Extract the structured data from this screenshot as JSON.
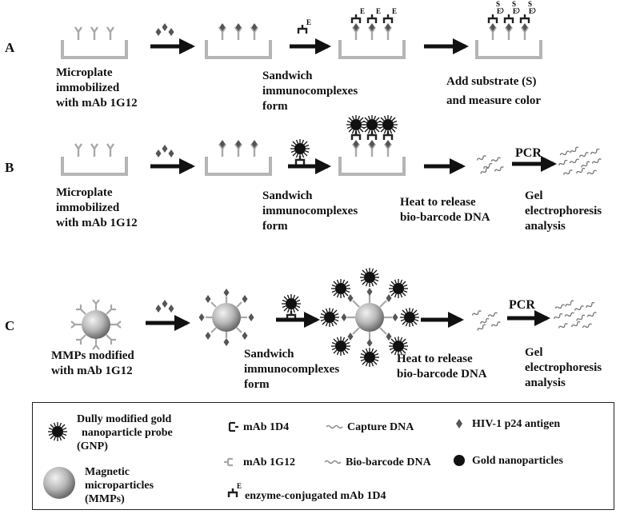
{
  "rows": {
    "A": {
      "letter": "A",
      "label1": [
        "Microplate",
        "immobilized",
        "with mAb 1G12"
      ],
      "label2": [
        "Sandwich",
        "immunocomplexes",
        "form"
      ],
      "label3": [
        "Add substrate (S)",
        "and  measure color"
      ],
      "substrate": "S",
      "enzyme": "E"
    },
    "B": {
      "letter": "B",
      "label1": [
        "Microplate",
        "immobilized",
        "with mAb 1G12"
      ],
      "label2": [
        "Sandwich",
        "immunocomplexes",
        "form"
      ],
      "label3": [
        "Heat to release",
        "bio-barcode DNA"
      ],
      "label4": [
        "Gel",
        "electrophoresis",
        "analysis"
      ],
      "pcr": "PCR"
    },
    "C": {
      "letter": "C",
      "label1": [
        "MMPs modified",
        "with mAb 1G12"
      ],
      "label2": [
        "Sandwich",
        "immunocomplexes",
        "form"
      ],
      "label3": [
        "Heat to release",
        "bio-barcode DNA"
      ],
      "label4": [
        "Gel",
        "electrophoresis",
        "analysis"
      ],
      "pcr": "PCR"
    }
  },
  "legend": {
    "gnp": [
      "Dully modified gold",
      "nanoparticle probe",
      "(GNP)"
    ],
    "mmp": [
      "Magnetic",
      "microparticles",
      "(MMPs)"
    ],
    "mab1d4": "mAb 1D4",
    "mab1g12": "mAb 1G12",
    "enzyme": "enzyme-conjugated mAb 1D4",
    "enzyme_symbol": "E",
    "capture_dna": "Capture DNA",
    "barcode_dna": "Bio-barcode DNA",
    "antigen": "HIV-1 p24 antigen",
    "gold": "Gold nanoparticles"
  },
  "colors": {
    "ink": "#111111",
    "plate": "#b5b5b5",
    "antibody_light": "#a8a8a8",
    "antigen": "#555555",
    "sphere_light": "#e0e0e0",
    "sphere_dark": "#6e6e6e"
  }
}
